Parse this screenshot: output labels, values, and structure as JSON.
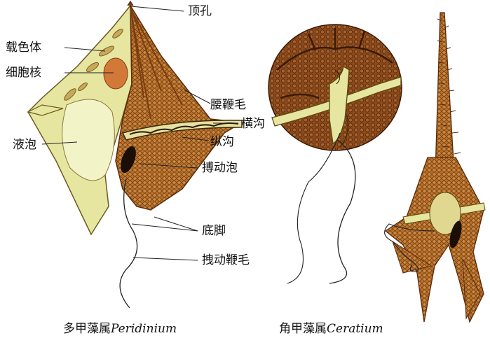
{
  "labels": {
    "apical_pore": "顶孔",
    "chromatophore": "载色体",
    "nucleus": "细胞核",
    "girdle_flagellum": "腰鞭毛",
    "transverse_groove": "横沟",
    "longitudinal_groove": "纵沟",
    "vacuole": "液泡",
    "pulsule": "搏动泡",
    "basal_foot": "底脚",
    "trailing_flagellum": "拽动鞭毛"
  },
  "captions": {
    "peridinium_cn": "多甲藻属",
    "peridinium_latin": "Peridinium",
    "ceratium_cn": "角甲藻属",
    "ceratium_latin": "Ceratium"
  },
  "colors": {
    "theca": "#b8702a",
    "theca_dark": "#7a3d12",
    "cytoplasm": "#e6e6a0",
    "chloroplast": "#c8a85a",
    "nucleus": "#d2793a",
    "leader_line": "#222222"
  }
}
